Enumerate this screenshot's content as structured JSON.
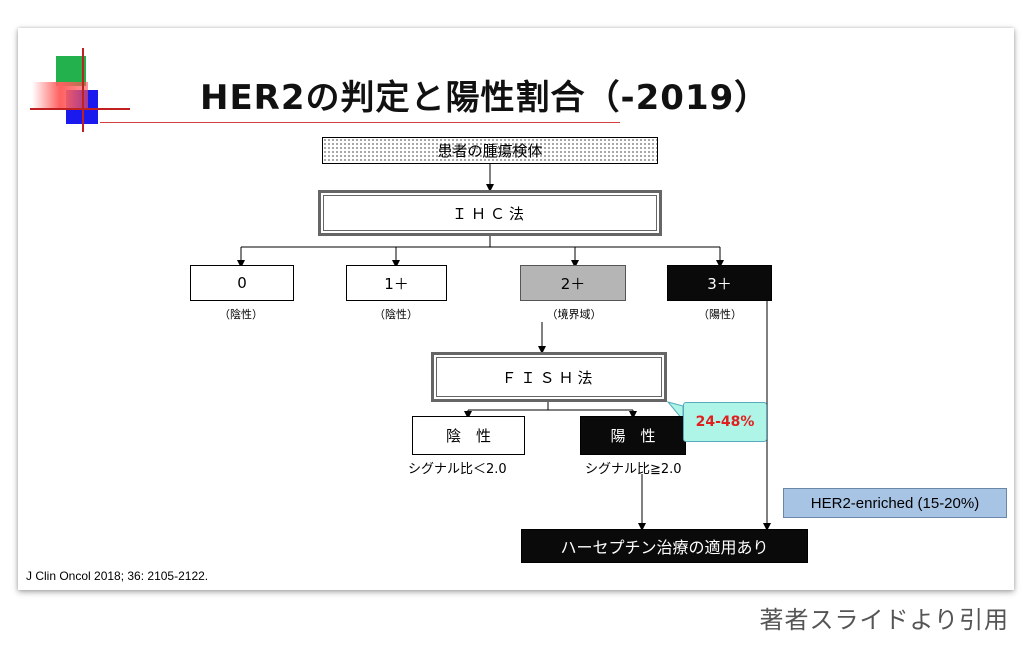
{
  "slide": {
    "title": "HER2の判定と陽性割合（-2019）",
    "specimen": "患者の腫瘍検体",
    "ihc": "ＩＨＣ法",
    "scores": [
      {
        "label": "0",
        "sub": "（陰性）"
      },
      {
        "label": "1＋",
        "sub": "（陰性）"
      },
      {
        "label": "2＋",
        "sub": "（境界域）"
      },
      {
        "label": "3＋",
        "sub": "（陽性）"
      }
    ],
    "fish": "ＦＩＳＨ法",
    "fish_negative": {
      "label": "陰　性",
      "sub": "シグナル比＜2.0"
    },
    "fish_positive": {
      "label": "陽　性",
      "sub": "シグナル比≧2.0"
    },
    "callout": "24-48%",
    "her2_enriched": "HER2-enriched (15-20%)",
    "treatment": "ハーセプチン治療の適用あり",
    "citation": "J Clin Oncol 2018; 36: 2105-2122."
  },
  "caption": "著者スライドより引用"
}
